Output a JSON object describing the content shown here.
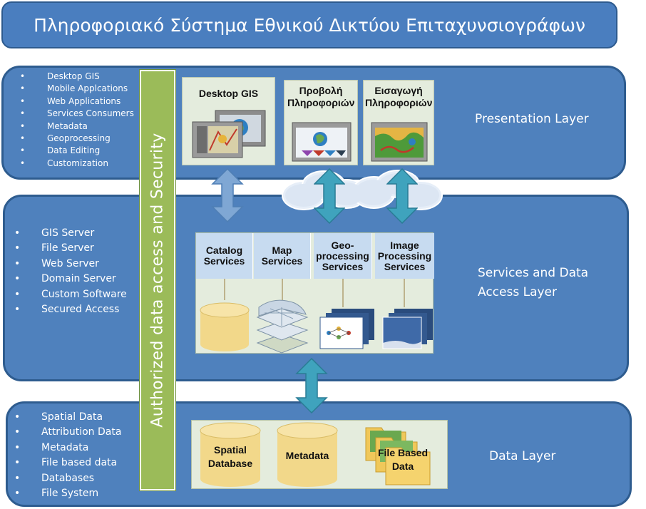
{
  "title": "Πληροφοριακό Σύστημα Εθνικού Δικτύου Επιταχυνσιογράφων",
  "security_bar": "Authorized data access and Security",
  "presentation_layer": {
    "label": "Presentation Layer",
    "bullets": [
      "Desktop GIS",
      "Mobile Applcations",
      "Web Applications",
      "Services Consumers",
      "Metadata",
      "Geoprocessing",
      "Data Editing",
      "Customization"
    ],
    "cards": [
      {
        "title": "Desktop GIS"
      },
      {
        "title": "Προβολή Πληροφοριών"
      },
      {
        "title": "Εισαγωγή Πληροφοριών"
      }
    ]
  },
  "services_layer": {
    "label_line1": "Services and Data",
    "label_line2": "Access Layer",
    "bullets": [
      "GIS Server",
      "File Server",
      "Web Server",
      "Domain Server",
      "Custom Software",
      "Secured Access"
    ],
    "services": [
      {
        "line1": "Catalog",
        "line2": "Services",
        "line3": ""
      },
      {
        "line1": "Map",
        "line2": "Services",
        "line3": ""
      },
      {
        "line1": "Geo-",
        "line2": "processing",
        "line3": "Services"
      },
      {
        "line1": "Image",
        "line2": "Processing",
        "line3": "Services"
      }
    ]
  },
  "data_layer": {
    "label": "Data Layer",
    "bullets": [
      "Spatial Data",
      "Attribution Data",
      "Metadata",
      "File based data",
      "Databases",
      "File System"
    ],
    "stores": [
      {
        "line1": "Spatial",
        "line2": "Database"
      },
      {
        "line1": "Metadata",
        "line2": ""
      },
      {
        "line1": "File Based",
        "line2": "Data"
      }
    ]
  },
  "colors": {
    "layer_fill": "#4f81bd",
    "security_bar": "#9bbb59",
    "arrow_fill": "#3fa3bd",
    "panel_fill": "#e4ecdd",
    "service_header": "#c7dbf0",
    "cylinder": "#f2d88a"
  },
  "icons": [
    "cloud-icon",
    "double-arrow-icon",
    "database-cylinder-icon",
    "map-layers-icon",
    "workflow-icon",
    "image-stack-icon",
    "folder-icon",
    "monitor-map-icon"
  ]
}
